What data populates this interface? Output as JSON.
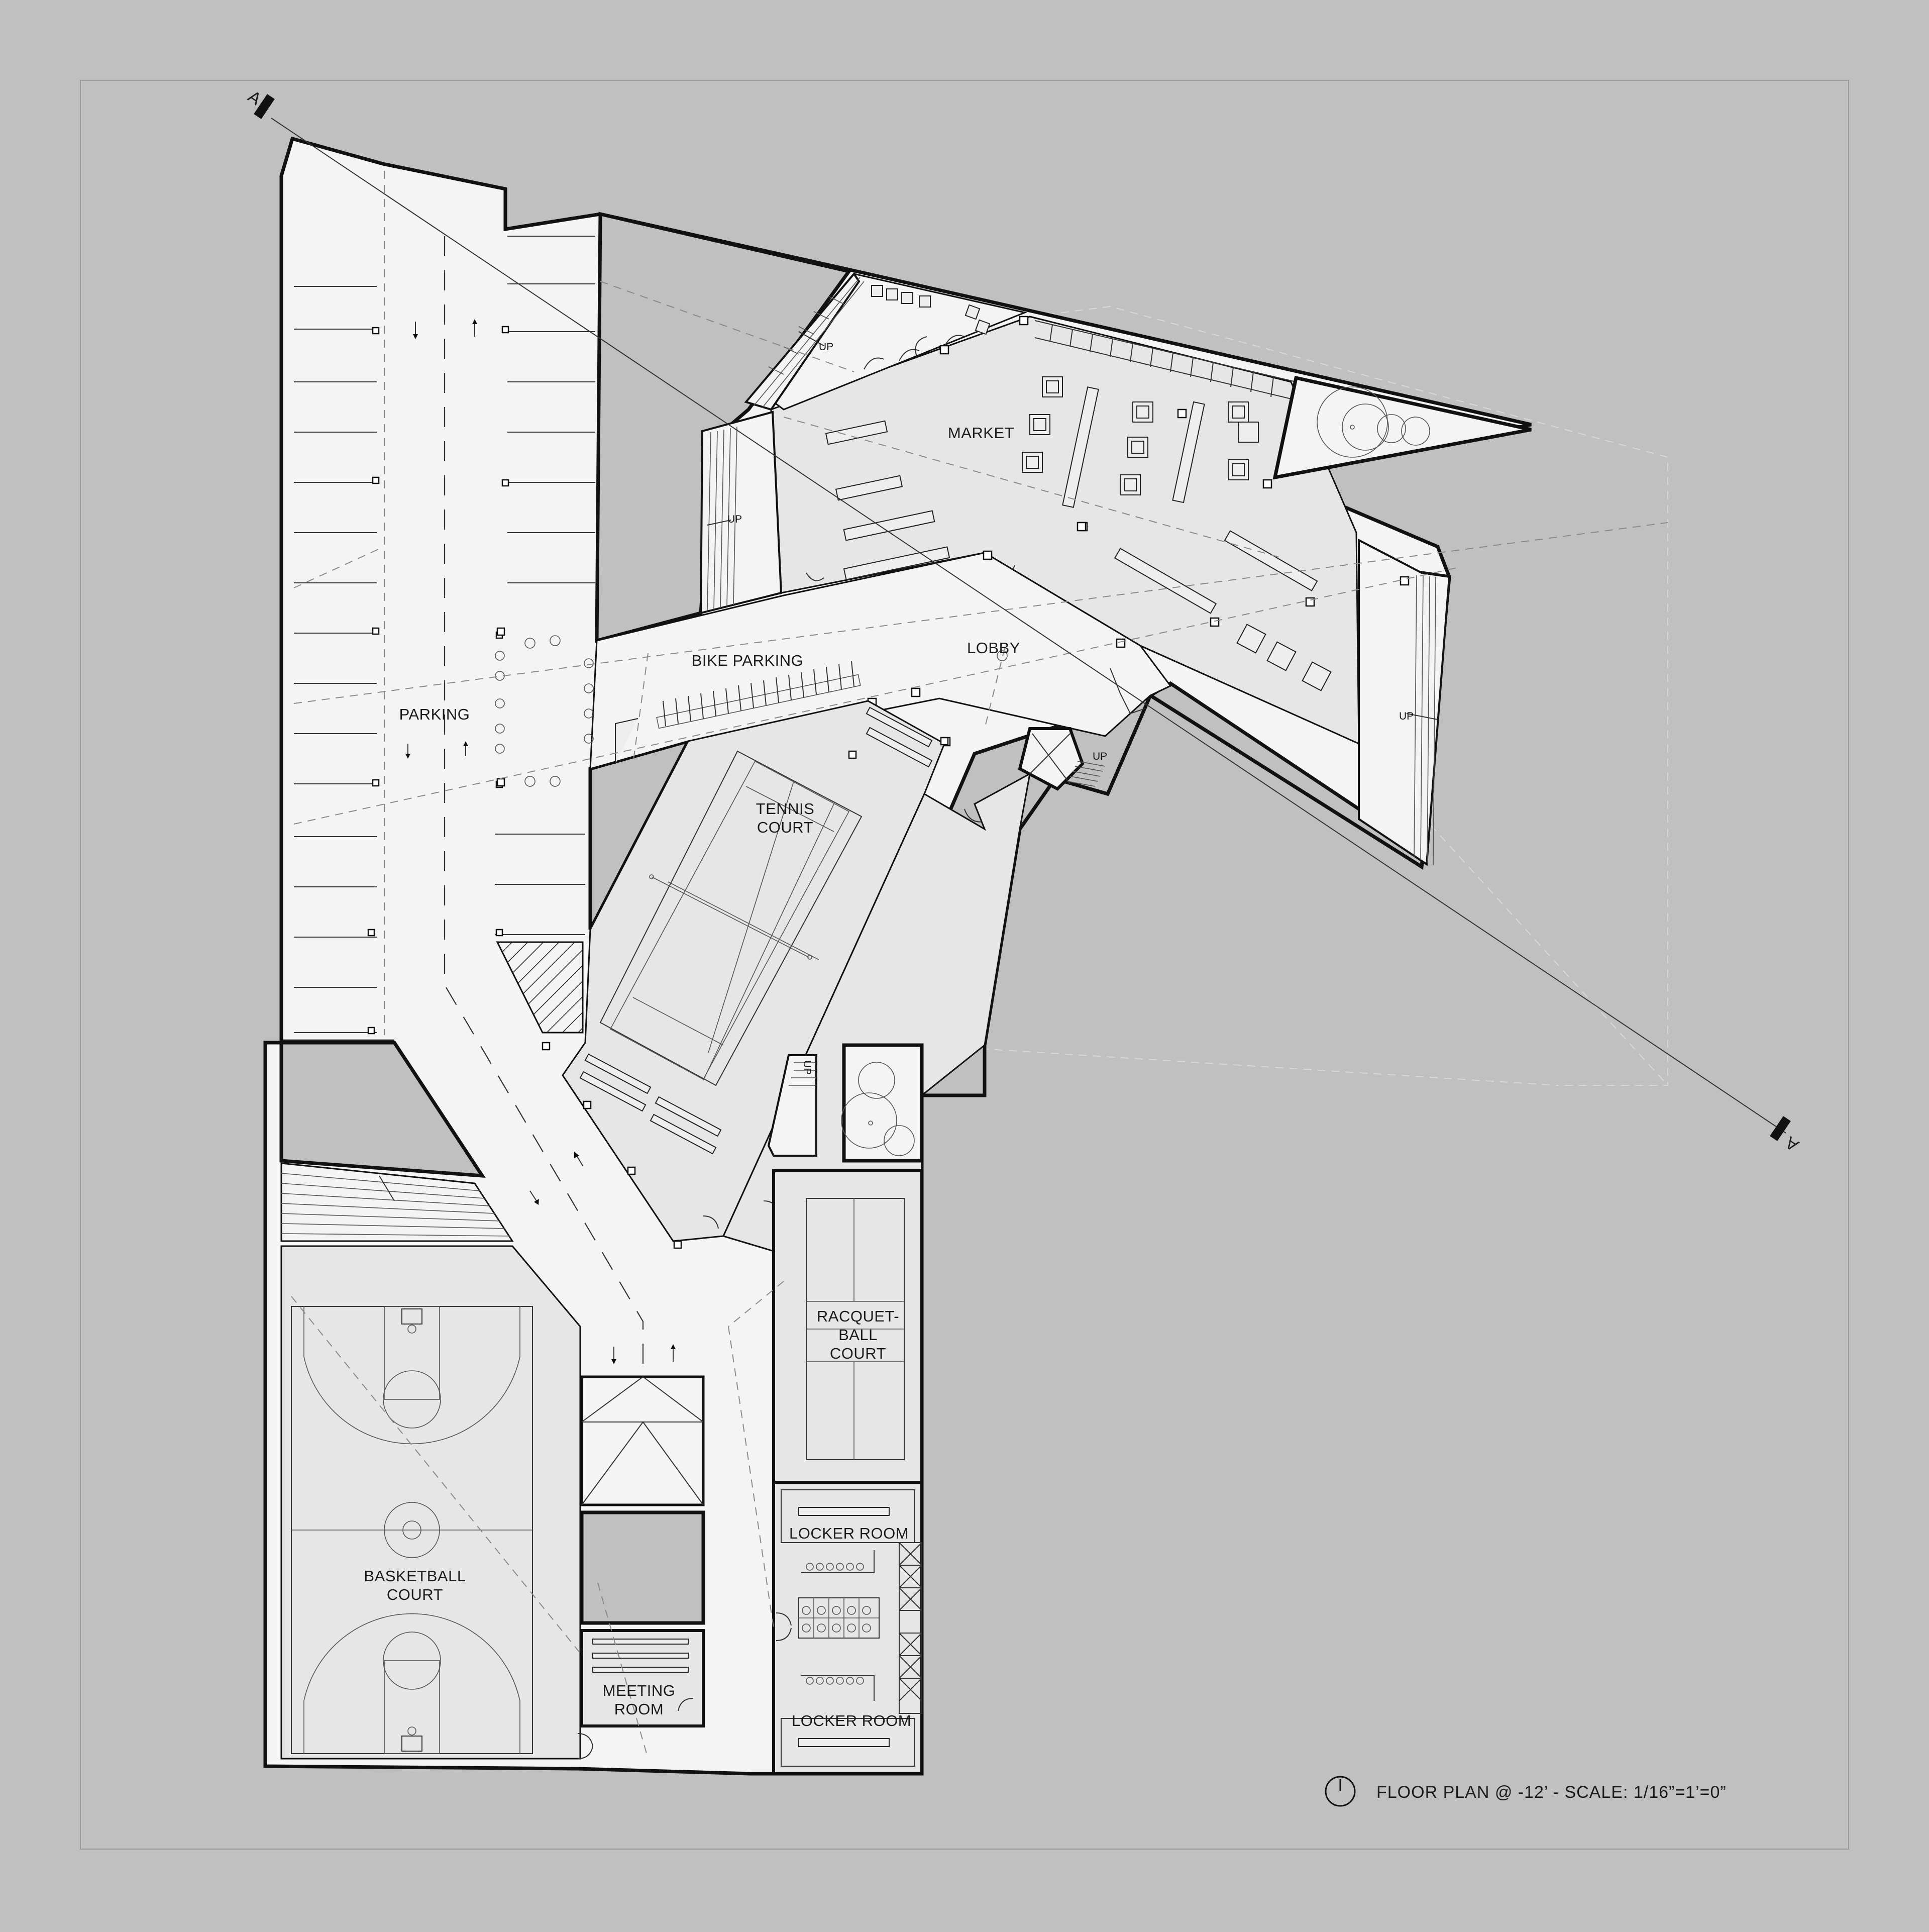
{
  "rooms": {
    "market": "MARKET",
    "bike_parking": "BIKE PARKING",
    "lobby": "LOBBY",
    "parking": "PARKING",
    "tennis_line1": "TENNIS",
    "tennis_line2": "COURT",
    "racquet_line1": "RACQUET-",
    "racquet_line2": "BALL",
    "racquet_line3": "COURT",
    "basketball_line1": "BASKETBALL",
    "basketball_line2": "COURT",
    "locker_room_upper": "LOCKER ROOM",
    "locker_room_lower": "LOCKER ROOM",
    "meeting_line1": "MEETING",
    "meeting_line2": "ROOM"
  },
  "stairs": {
    "up_label": "UP"
  },
  "section_marker": {
    "label": "A"
  },
  "title_block": {
    "title": "FLOOR PLAN @ -12’  -  SCALE: 1/16”=1’=0”"
  },
  "colors": {
    "background": "#c0c0c0",
    "floor_light": "#f4f4f4",
    "floor_gray": "#e6e6e6",
    "void": "#c0c0c0",
    "wall": "#111111"
  }
}
